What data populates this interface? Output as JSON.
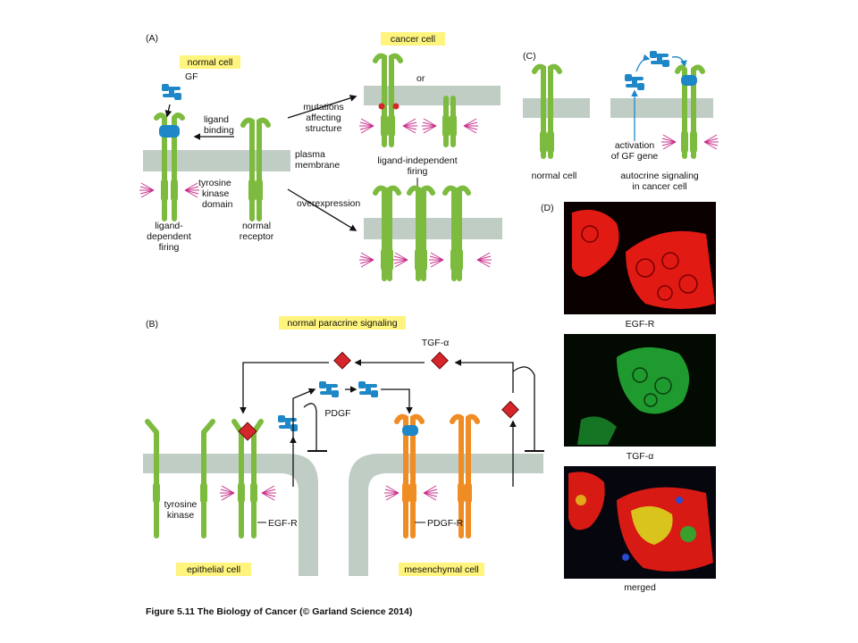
{
  "panels": {
    "a": "(A)",
    "b": "(B)",
    "c": "(C)",
    "d": "(D)"
  },
  "panel_a": {
    "normal_cell": "normal cell",
    "cancer_cell": "cancer cell",
    "gf": "GF",
    "ligand_binding_1": "ligand",
    "ligand_binding_2": "binding",
    "plasma_membrane_1": "plasma",
    "plasma_membrane_2": "membrane",
    "tyrosine_kinase_1": "tyrosine",
    "tyrosine_kinase_2": "kinase",
    "tyrosine_kinase_3": "domain",
    "ligand_dependent_1": "ligand-",
    "ligand_dependent_2": "dependent",
    "ligand_dependent_3": "firing",
    "normal_receptor_1": "normal",
    "normal_receptor_2": "receptor",
    "mutations_1": "mutations",
    "mutations_2": "affecting",
    "mutations_3": "structure",
    "or": "or",
    "ligand_independent_1": "ligand-independent",
    "ligand_independent_2": "firing",
    "overexpression": "overexpression"
  },
  "panel_c": {
    "normal_cell": "normal cell",
    "activation_1": "activation",
    "activation_2": "of GF gene",
    "autocrine_1": "autocrine signaling",
    "autocrine_2": "in cancer cell"
  },
  "panel_d": {
    "label_egfr": "EGF-R",
    "label_tgfa": "TGF-α",
    "label_merged": "merged"
  },
  "panel_b": {
    "title": "normal paracrine signaling",
    "tgf_alpha": "TGF-α",
    "pdgf": "PDGF",
    "tyrosine_1": "tyrosine",
    "tyrosine_2": "kinase",
    "egf_r": "EGF-R",
    "pdgf_r": "PDGF-R",
    "epithelial_cell": "epithelial cell",
    "mesenchymal_cell": "mesenchymal cell"
  },
  "caption": "Figure 5.11  The Biology of Cancer (© Garland Science 2014)",
  "colors": {
    "receptor_green": "#7cbb3e",
    "receptor_orange": "#f08c24",
    "ligand_blue": "#1e87c8",
    "tgf_red": "#d4262b",
    "membrane": "#c0cdc5",
    "highlight": "#fff47e",
    "firing_magenta": "#c8328c"
  }
}
